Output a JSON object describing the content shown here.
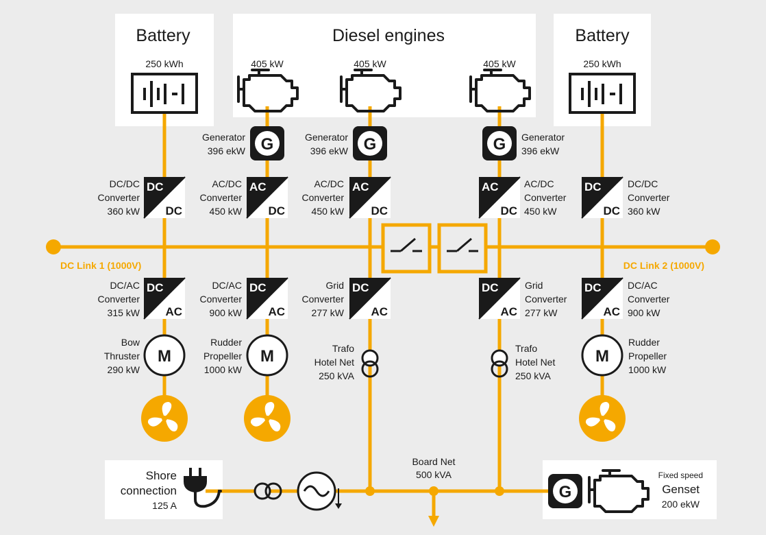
{
  "colors": {
    "accent": "#f5a800",
    "dark": "#1a1a1a",
    "background": "#ececec",
    "panel": "#ffffff"
  },
  "batteries": {
    "left": {
      "title": "Battery",
      "capacity": "250 kWh"
    },
    "right": {
      "title": "Battery",
      "capacity": "250 kWh"
    }
  },
  "engines": {
    "title": "Diesel engines",
    "power": [
      "405 kW",
      "405 kW",
      "405 kW"
    ]
  },
  "generators": [
    {
      "line1": "Generator",
      "line2": "396 ekW",
      "symbol": "G"
    },
    {
      "line1": "Generator",
      "line2": "396 ekW",
      "symbol": "G"
    },
    {
      "line1": "Generator",
      "line2": "396 ekW",
      "symbol": "G"
    }
  ],
  "upper_converters": [
    {
      "line1": "DC/DC",
      "line2": "Converter",
      "line3": "360 kW",
      "top": "DC",
      "bottom": "DC"
    },
    {
      "line1": "AC/DC",
      "line2": "Converter",
      "line3": "450 kW",
      "top": "AC",
      "bottom": "DC"
    },
    {
      "line1": "AC/DC",
      "line2": "Converter",
      "line3": "450 kW",
      "top": "AC",
      "bottom": "DC"
    },
    {
      "line1": "AC/DC",
      "line2": "Converter",
      "line3": "450 kW",
      "top": "AC",
      "bottom": "DC"
    },
    {
      "line1": "DC/DC",
      "line2": "Converter",
      "line3": "360 kW",
      "top": "DC",
      "bottom": "DC"
    }
  ],
  "dc_links": {
    "left": "DC Link 1 (1000V)",
    "right": "DC Link 2 (1000V)"
  },
  "lower_converters": [
    {
      "line1": "DC/AC",
      "line2": "Converter",
      "line3": "315 kW",
      "top": "DC",
      "bottom": "AC"
    },
    {
      "line1": "DC/AC",
      "line2": "Converter",
      "line3": "900 kW",
      "top": "DC",
      "bottom": "AC"
    },
    {
      "line1": "Grid",
      "line2": "Converter",
      "line3": "277 kW",
      "top": "DC",
      "bottom": "AC"
    },
    {
      "line1": "Grid",
      "line2": "Converter",
      "line3": "277 kW",
      "top": "DC",
      "bottom": "AC"
    },
    {
      "line1": "DC/AC",
      "line2": "Converter",
      "line3": "900 kW",
      "top": "DC",
      "bottom": "AC"
    }
  ],
  "motors": [
    {
      "line1": "Bow",
      "line2": "Thruster",
      "line3": "290 kW",
      "symbol": "M"
    },
    {
      "line1": "Rudder",
      "line2": "Propeller",
      "line3": "1000 kW",
      "symbol": "M"
    },
    {
      "line1": "Rudder",
      "line2": "Propeller",
      "line3": "1000 kW",
      "symbol": "M"
    }
  ],
  "transformers": [
    {
      "line1": "Trafo",
      "line2": "Hotel Net",
      "line3": "250 kVA"
    },
    {
      "line1": "Trafo",
      "line2": "Hotel Net",
      "line3": "250 kVA"
    }
  ],
  "board_net": {
    "line1": "Board Net",
    "line2": "500 kVA"
  },
  "shore": {
    "line1": "Shore",
    "line2": "connection",
    "line3": "125 A"
  },
  "genset": {
    "line1": "Fixed speed",
    "line2": "Genset",
    "line3": "200 ekW",
    "symbol": "G"
  }
}
